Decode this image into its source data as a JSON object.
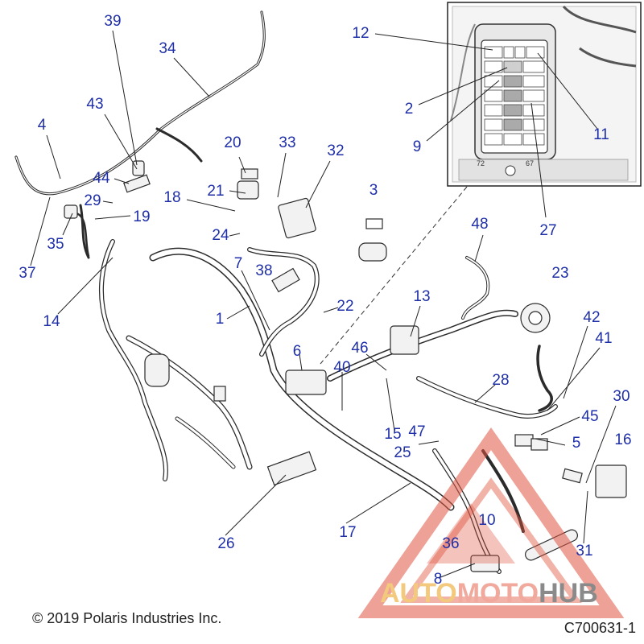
{
  "callouts": [
    {
      "n": "39"
    },
    {
      "n": "34"
    },
    {
      "n": "43"
    },
    {
      "n": "4"
    },
    {
      "n": "44"
    },
    {
      "n": "29"
    },
    {
      "n": "19"
    },
    {
      "n": "35"
    },
    {
      "n": "37"
    },
    {
      "n": "20"
    },
    {
      "n": "33"
    },
    {
      "n": "32"
    },
    {
      "n": "21"
    },
    {
      "n": "18"
    },
    {
      "n": "24"
    },
    {
      "n": "3"
    },
    {
      "n": "48"
    },
    {
      "n": "7"
    },
    {
      "n": "38"
    },
    {
      "n": "14"
    },
    {
      "n": "22"
    },
    {
      "n": "1"
    },
    {
      "n": "13"
    },
    {
      "n": "23"
    },
    {
      "n": "42"
    },
    {
      "n": "6"
    },
    {
      "n": "46"
    },
    {
      "n": "40"
    },
    {
      "n": "41"
    },
    {
      "n": "28"
    },
    {
      "n": "30"
    },
    {
      "n": "45"
    },
    {
      "n": "15"
    },
    {
      "n": "47"
    },
    {
      "n": "25"
    },
    {
      "n": "5"
    },
    {
      "n": "16"
    },
    {
      "n": "10"
    },
    {
      "n": "26"
    },
    {
      "n": "17"
    },
    {
      "n": "36"
    },
    {
      "n": "31"
    },
    {
      "n": "8"
    },
    {
      "n": "12"
    },
    {
      "n": "2"
    },
    {
      "n": "9"
    },
    {
      "n": "11"
    },
    {
      "n": "27"
    }
  ],
  "inset": {
    "label_left": "72",
    "label_right": "67"
  },
  "copyright": "© 2019 Polaris Industries Inc.",
  "diagram_code": "C700631-1",
  "watermark": {
    "part1": "AUTO",
    "part2": "MOTO",
    "part3": "HUB"
  },
  "colors": {
    "callout": "#1f2fa8",
    "watermark_red": "#e0543f",
    "watermark_gold": "#f3c97d"
  }
}
